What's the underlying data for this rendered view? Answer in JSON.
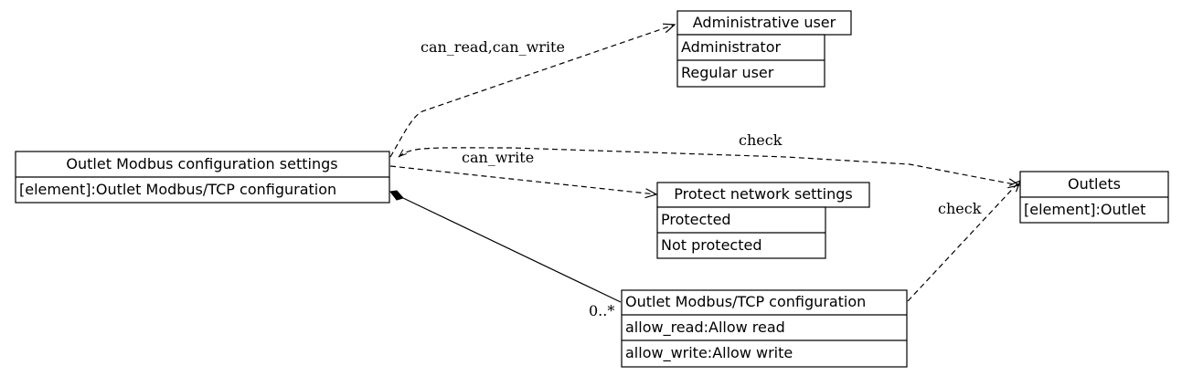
{
  "nodes": {
    "admin_user": {
      "title": "Administrative user",
      "rows": [
        "Administrator",
        "Regular user"
      ]
    },
    "outlet_config_settings": {
      "title": "Outlet Modbus configuration settings",
      "rows": [
        "[element]:Outlet Modbus/TCP configuration"
      ]
    },
    "protect_network": {
      "title": "Protect network settings",
      "rows": [
        "Protected",
        "Not protected"
      ]
    },
    "outlets": {
      "title": "Outlets",
      "rows": [
        "[element]:Outlet"
      ]
    },
    "outlet_tcp_config": {
      "title": "Outlet Modbus/TCP configuration",
      "rows": [
        "allow_read:Allow read",
        "allow_write:Allow write"
      ]
    }
  },
  "edges": {
    "settings_to_admin": "can_read,can_write",
    "settings_to_outlets": "check",
    "settings_to_protect": "can_write",
    "tcp_to_outlets": "check",
    "composition_multiplicity": "0..*"
  }
}
